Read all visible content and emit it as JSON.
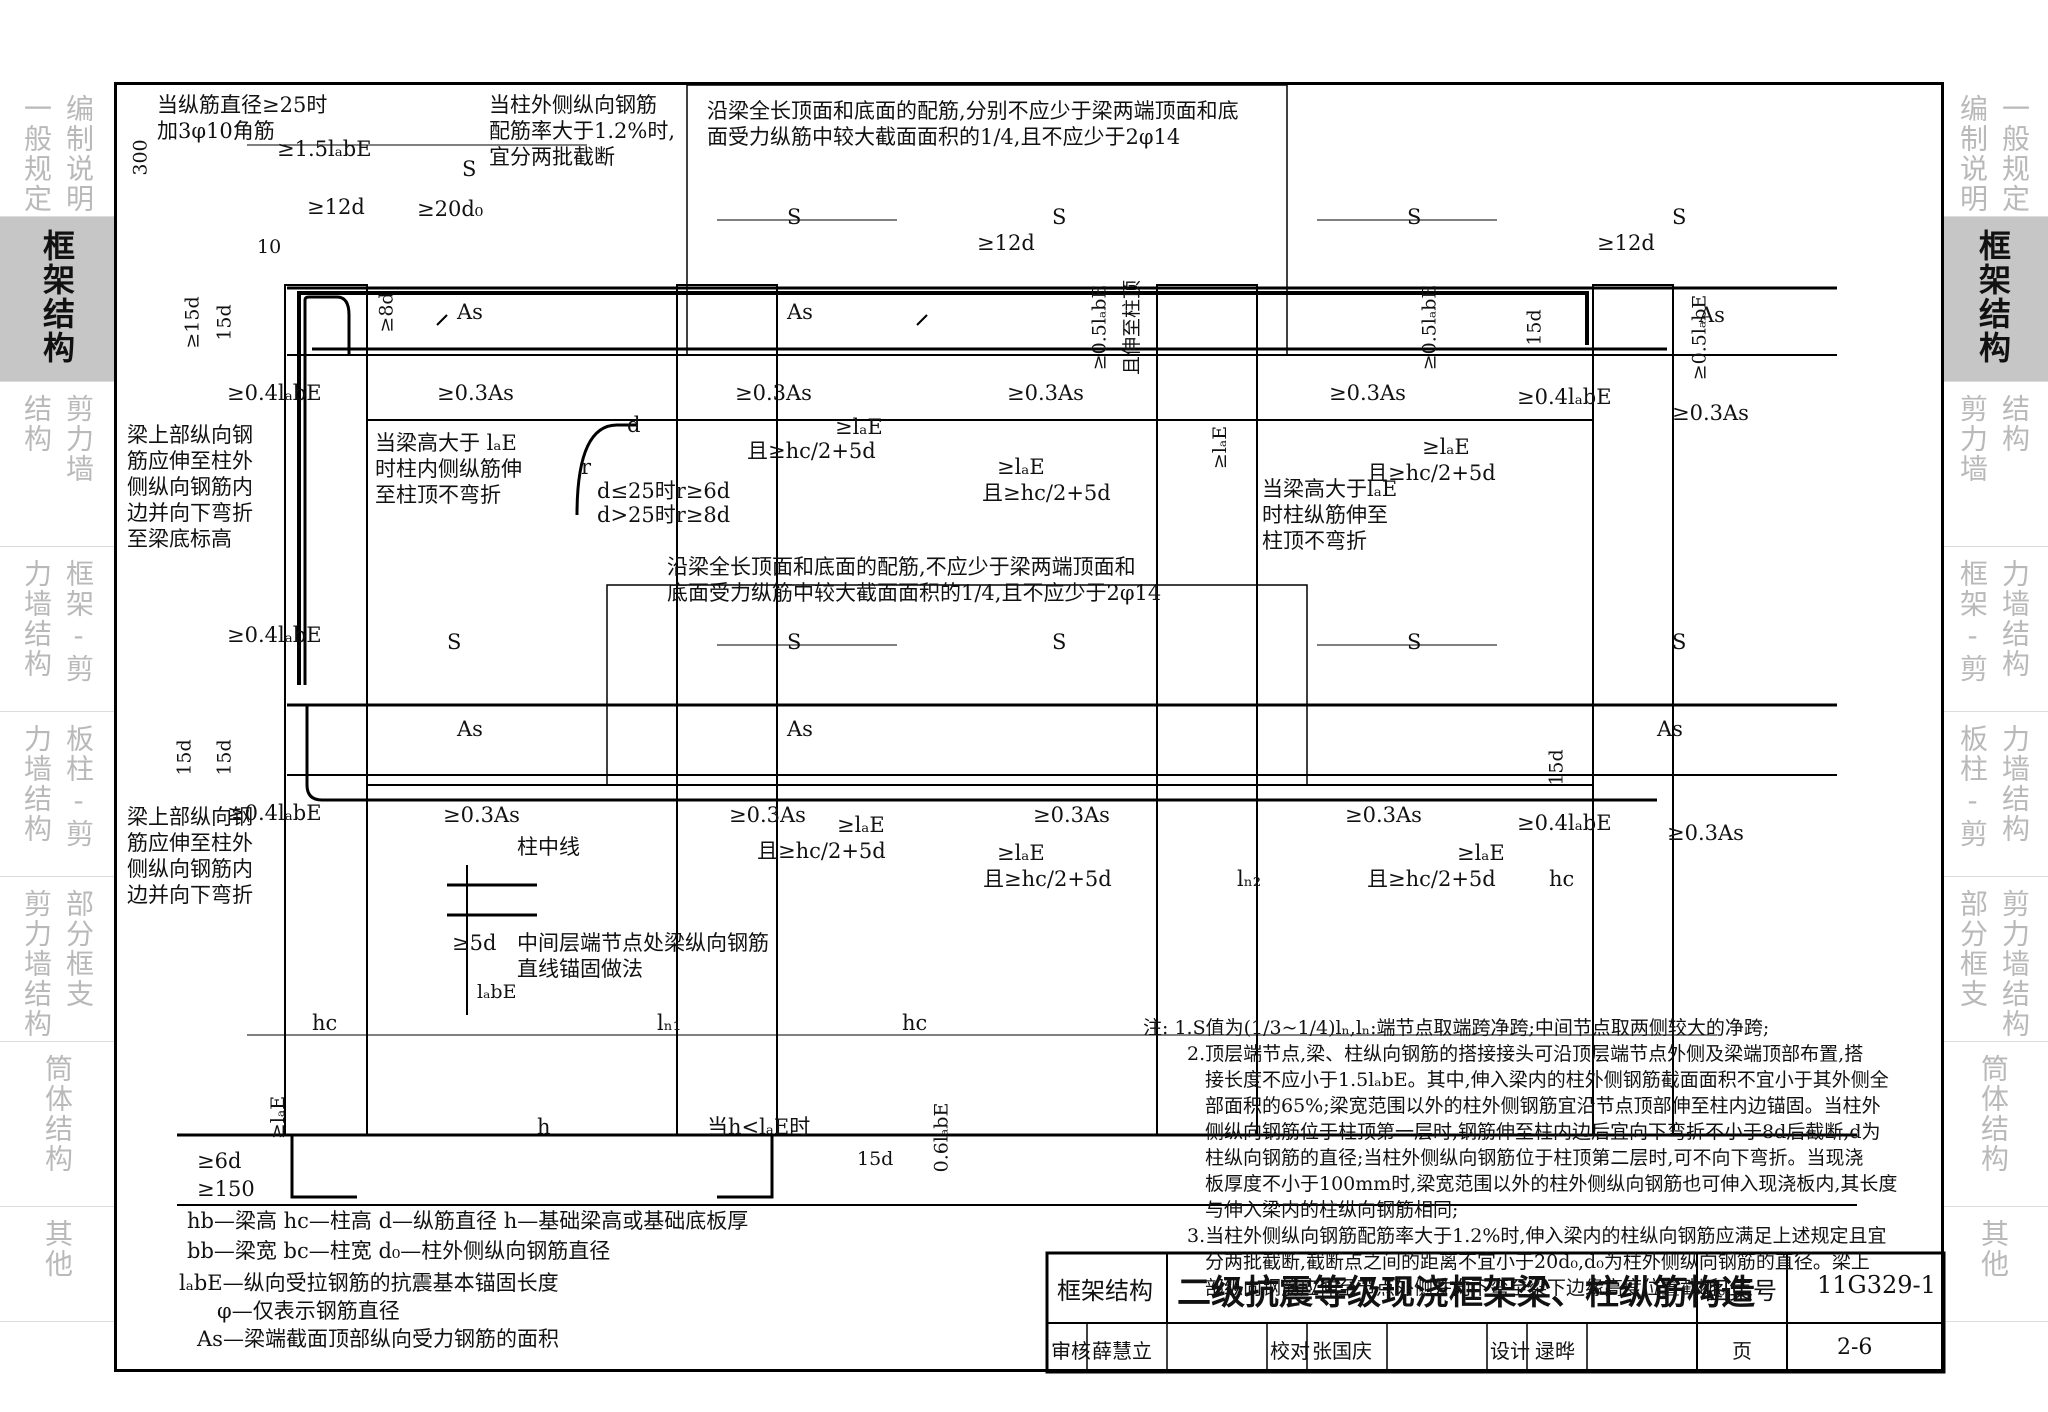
{
  "left_tabs": [
    {
      "lines": [
        "一般规定",
        "编制说明"
      ],
      "active": false
    },
    {
      "lines": [
        "框架结构"
      ],
      "active": true
    },
    {
      "lines": [
        "结构",
        "剪力墙"
      ],
      "active": false
    },
    {
      "lines": [
        "力墙结构",
        "框架-剪"
      ],
      "active": false
    },
    {
      "lines": [
        "力墙结构",
        "板柱-剪"
      ],
      "active": false
    },
    {
      "lines": [
        "剪力墙结构",
        "部分框支"
      ],
      "active": false
    },
    {
      "lines": [
        "筒体结构"
      ],
      "active": false
    },
    {
      "lines": [
        "其他"
      ],
      "active": false
    }
  ],
  "right_tabs": [
    {
      "lines": [
        "编制说明",
        "一般规定"
      ],
      "active": false
    },
    {
      "lines": [
        "框架结构"
      ],
      "active": true
    },
    {
      "lines": [
        "剪力墙",
        "结构"
      ],
      "active": false
    },
    {
      "lines": [
        "框架-剪",
        "力墙结构"
      ],
      "active": false
    },
    {
      "lines": [
        "板柱-剪",
        "力墙结构"
      ],
      "active": false
    },
    {
      "lines": [
        "部分框支",
        "剪力墙结构"
      ],
      "active": false
    },
    {
      "lines": [
        "筒体结构"
      ],
      "active": false
    },
    {
      "lines": [
        "其他"
      ],
      "active": false
    }
  ],
  "labels": {
    "top_left_1": "当纵筋直径≥25时",
    "top_left_2": "加3φ10角筋",
    "dim_300": "300",
    "dim_15labe_top": "≥1.5lₐbE",
    "dim_10": "10",
    "dim_12d_a": "≥12d",
    "dim_20d0": "≥20d₀",
    "s_a": "S",
    "col_ratio_1": "当柱外侧纵向钢筋",
    "col_ratio_2": "配筋率大于1.2%时,",
    "col_ratio_3": "宜分两批截断",
    "top_beam_1": "沿梁全长顶面和底面的配筋,分别不应少于梁两端顶面和底",
    "top_beam_2": "面受力纵筋中较大截面面积的1/4,且不应少于2φ14",
    "s_b": "S",
    "s_c": "S",
    "s_d": "S",
    "s_e": "S",
    "dim_12d_b": "≥12d",
    "dim_12d_c": "≥12d",
    "dim_05labe_a": "≥0.5lₐbE",
    "extend_top": "且伸至柱顶",
    "dim_05labe_b": "≥0.5lₐbE",
    "dim_05labe_c": "≥0.5lₐbE",
    "dim_15d_a": "≥15d",
    "dim_15d_b": "15d",
    "dim_8d": "≥8d",
    "as_a": "As",
    "as_b": "As",
    "as_c": "As",
    "as_d": "As",
    "dim_15d_c": "15d",
    "dim_04labe_a": "≥0.4lₐbE",
    "dim_03as_a": "≥0.3As",
    "dim_03as_b": "≥0.3As",
    "dim_03as_c": "≥0.3As",
    "dim_03as_d": "≥0.3As",
    "dim_03as_e": "≥0.3As",
    "dim_04labe_b": "≥0.4lₐbE",
    "beam_top_1": "梁上部纵向钢",
    "beam_top_2": "筋应伸至柱外",
    "beam_top_3": "侧纵向钢筋内",
    "beam_top_4": "边并向下弯折",
    "beam_top_5": "至梁底标高",
    "beam_h_1": "当梁高大于 lₐE",
    "beam_h_2": "时柱内侧纵筋伸",
    "beam_h_3": "至柱顶不弯折",
    "bend_d": "d",
    "bend_r": "r",
    "bend_r1": "d≤25时r≥6d",
    "bend_r2": "d>25时r≥8d",
    "lae_a": "≥lₐE",
    "hc_a": "且≥hc/2+5d",
    "lae_b": "≥lₐE",
    "hc_b": "且≥hc/2+5d",
    "lae_c": "≥lₐE",
    "lae_d": "≥lₐE",
    "hc_c": "且≥hc/2+5d",
    "beam_h_4": "当梁高大于lₐE",
    "beam_h_5": "时柱纵筋伸至",
    "beam_h_6": "柱顶不弯折",
    "mid_beam_1": "沿梁全长顶面和底面的配筋,不应少于梁两端顶面和",
    "mid_beam_2": "底面受力纵筋中较大截面面积的1/4,且不应少于2φ14",
    "dim_04labe_c": "≥0.4lₐbE",
    "ms_a": "S",
    "ms_b": "S",
    "ms_c": "S",
    "ms_d": "S",
    "ms_e": "S",
    "dim_15d_d": "15d",
    "dim_15d_e": "15d",
    "mas_a": "As",
    "mas_b": "As",
    "mas_c": "As",
    "dim_15d_f": "15d",
    "dim_04labe_d": "≥0.4lₐbE",
    "mdim_03as_a": "≥0.3As",
    "mdim_03as_b": "≥0.3As",
    "mdim_03as_c": "≥0.3As",
    "mdim_03as_d": "≥0.3As",
    "mdim_03as_e": "≥0.3As",
    "dim_04labe_e": "≥0.4lₐbE",
    "beam_mid_1": "梁上部纵向钢",
    "beam_mid_2": "筋应伸至柱外",
    "beam_mid_3": "侧纵向钢筋内",
    "beam_mid_4": "边并向下弯折",
    "col_center": "柱中线",
    "mlae_a": "≥lₐE",
    "mhc_a": "且≥hc/2+5d",
    "mlae_b": "≥lₐE",
    "mhc_b": "且≥hc/2+5d",
    "mlae_c": "≥lₐE",
    "mhc_c": "且≥hc/2+5d",
    "ln2": "lₙ₂",
    "hc_right": "hc",
    "dim_5d": "≥5d",
    "mid_node_1": "中间层端节点处梁纵向钢筋",
    "mid_node_2": "直线锚固做法",
    "labe_small": "lₐbE",
    "hc_left": "hc",
    "ln1": "lₙ₁",
    "hc_mid": "hc",
    "lae_vert": "≥lₐE",
    "h_label": "h",
    "when_h": "当h<lₐE时",
    "dim_6d": "≥6d",
    "dim_150": "≥150",
    "dim_15d_g": "15d",
    "dim_06labe": "0.6lₐbE"
  },
  "legend": [
    "hb—梁高    hc—柱高    d—纵筋直径    h—基础梁高或基础底板厚",
    "bb—梁宽    bc—柱宽    d₀—柱外侧纵向钢筋直径",
    "lₐbE—纵向受拉钢筋的抗震基本锚固长度",
    "φ—仅表示钢筋直径",
    "As—梁端截面顶部纵向受力钢筋的面积"
  ],
  "notes": [
    "注: 1.S值为(1/3~1/4)lₙ,lₙ:端节点取端跨净跨;中间节点取两侧较大的净跨;",
    "2.顶层端节点,梁、柱纵向钢筋的搭接接头可沿顶层端节点外侧及梁端顶部布置,搭",
    "接长度不应小于1.5lₐbE。其中,伸入梁内的柱外侧钢筋截面面积不宜小于其外侧全",
    "部面积的65%;梁宽范围以外的柱外侧钢筋宜沿节点顶部伸至柱内边锚固。当柱外",
    "侧纵向钢筋位于柱顶第一层时,钢筋伸至柱内边后宜向下弯折不小于8d后截断,d为",
    "柱纵向钢筋的直径;当柱外侧纵向钢筋位于柱顶第二层时,可不向下弯折。当现浇",
    "板厚度不小于100mm时,梁宽范围以外的柱外侧纵向钢筋也可伸入现浇板内,其长度",
    "与伸入梁内的柱纵向钢筋相同;",
    "3.当柱外侧纵向钢筋配筋率大于1.2%时,伸入梁内的柱纵向钢筋应满足上述规定且宜",
    "分两批截断,截断点之间的距离不宜小于20d₀,d₀为柱外侧纵向钢筋的直径。梁上",
    "部纵向钢筋应伸至节点外侧并向下弯至梁下边缘高度位置截断。"
  ],
  "title_block": {
    "category": "框架结构",
    "title": "二级抗震等级现浇框架梁、柱纵筋构造",
    "atlas_label": "图集号",
    "atlas_no": "11G329-1",
    "review_label": "审核",
    "reviewer": "薛慧立",
    "check_label": "校对",
    "checker": "张国庆",
    "design_label": "设计",
    "designer": "逯晔",
    "page_label": "页",
    "page_no": "2-6"
  }
}
